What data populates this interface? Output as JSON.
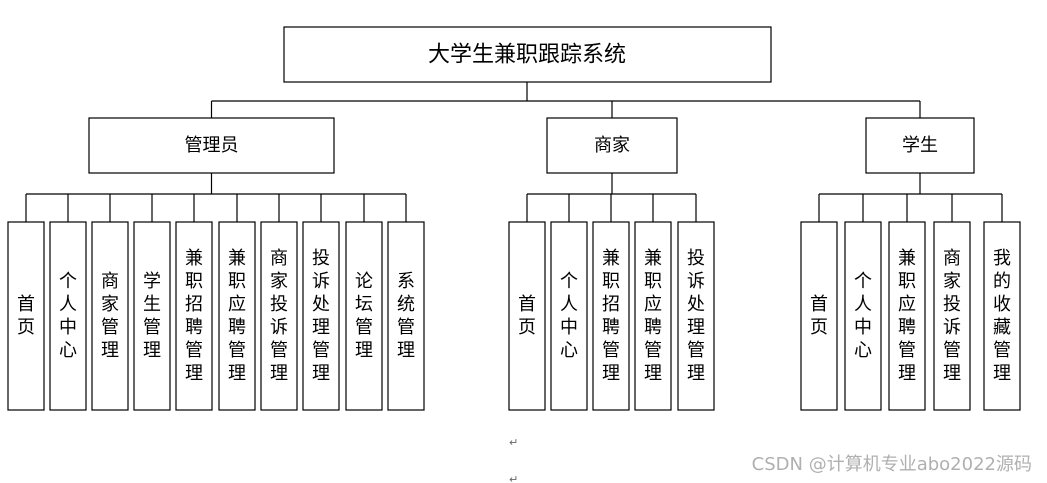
{
  "title": "大学生兼职跟踪系统",
  "groups": [
    {
      "label": "管理员",
      "leaves": [
        "首页",
        "个人中心",
        "商家管理",
        "学生管理",
        "兼职招聘管理",
        "兼职应聘管理",
        "商家投诉管理",
        "投诉处理管理",
        "论坛管理",
        "系统管理"
      ]
    },
    {
      "label": "商家",
      "leaves": [
        "首页",
        "个人中心",
        "兼职招聘管理",
        "兼职应聘管理",
        "投诉处理管理"
      ]
    },
    {
      "label": "学生",
      "leaves": [
        "首页",
        "个人中心",
        "兼职应聘管理",
        "商家投诉管理",
        "我的收藏管理"
      ]
    }
  ],
  "paragraph_marks": [
    "↵",
    "↵"
  ],
  "watermark": "CSDN @计算机专业abo2022源码"
}
